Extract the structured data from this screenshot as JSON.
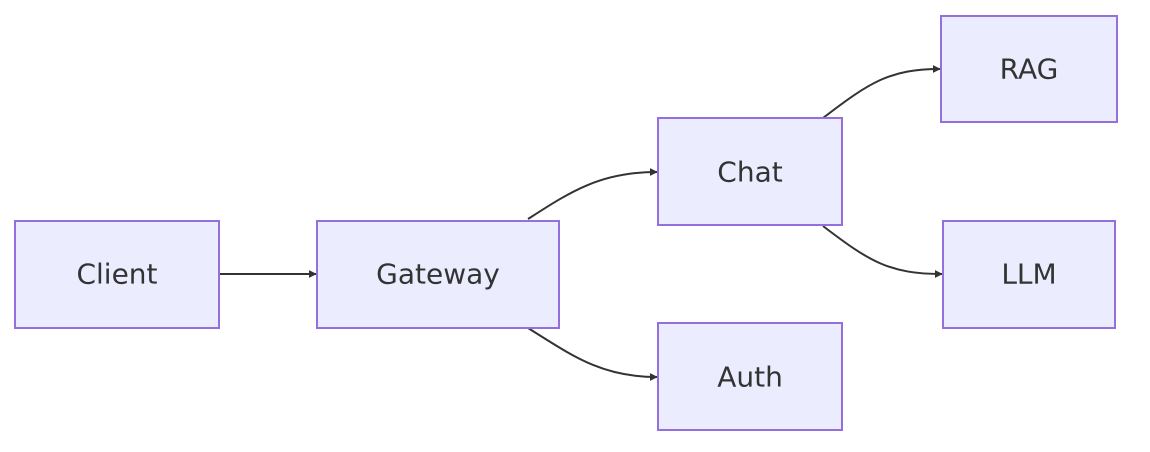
{
  "diagram": {
    "type": "flowchart",
    "direction": "left-to-right",
    "colors": {
      "node_fill": "#ececff",
      "node_border": "#9370db",
      "edge": "#333333",
      "text": "#333333"
    },
    "nodes": [
      {
        "id": "client",
        "label": "Client"
      },
      {
        "id": "gateway",
        "label": "Gateway"
      },
      {
        "id": "chat",
        "label": "Chat"
      },
      {
        "id": "auth",
        "label": "Auth"
      },
      {
        "id": "rag",
        "label": "RAG"
      },
      {
        "id": "llm",
        "label": "LLM"
      }
    ],
    "edges": [
      {
        "from": "client",
        "to": "gateway"
      },
      {
        "from": "gateway",
        "to": "chat"
      },
      {
        "from": "gateway",
        "to": "auth"
      },
      {
        "from": "chat",
        "to": "rag"
      },
      {
        "from": "chat",
        "to": "llm"
      }
    ]
  }
}
